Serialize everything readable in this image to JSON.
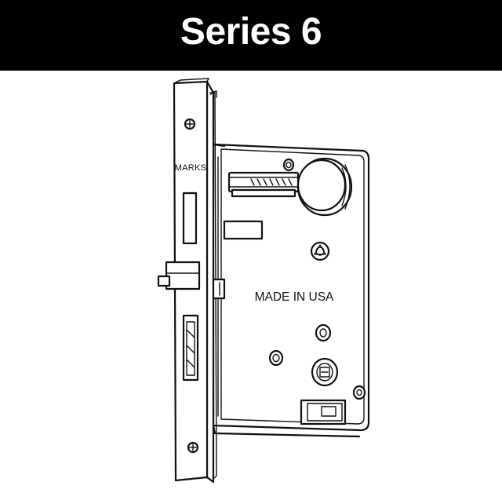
{
  "header": {
    "title": "Series 6"
  },
  "drawing": {
    "brand_label": "MARKS",
    "origin_label": "MADE IN USA",
    "header_background": "#000000",
    "header_text_color": "#ffffff",
    "line_color": "#111111"
  }
}
